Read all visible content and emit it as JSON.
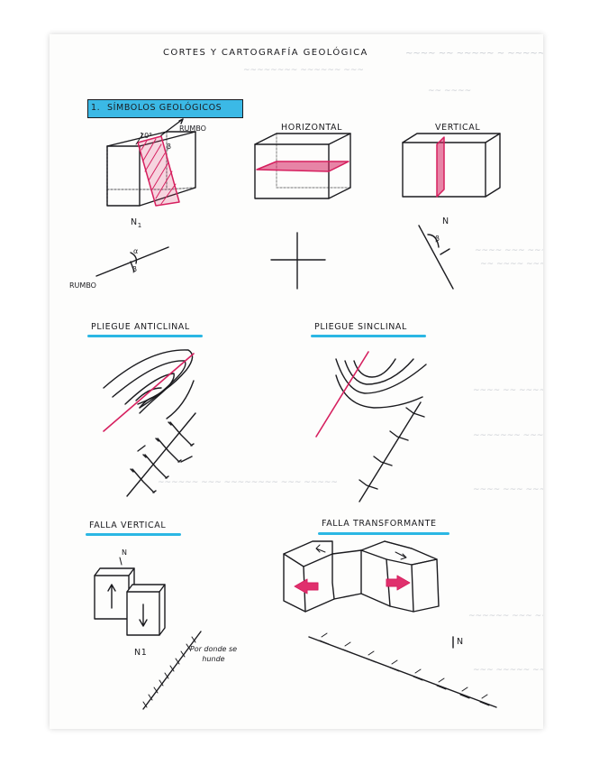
{
  "page_title": "CORTES Y CARTOGRAFÍA GEOLÓGICA",
  "section": {
    "number": "1.",
    "heading": "SÍMBOLOS GEOLÓGICOS"
  },
  "symbols": {
    "rumbo_label_block": "RUMBO",
    "rumbo_label_map": "RUMBO",
    "dip_angle": "10°",
    "beta": "β",
    "alpha": "α",
    "north_1": "N",
    "north_1_sub": "1",
    "horizontal": "HORIZONTAL",
    "vertical": "VERTICAL",
    "north_vertical": "N"
  },
  "folds": {
    "anticline": "PLIEGUE ANTICLINAL",
    "syncline": "PLIEGUE SINCLINAL"
  },
  "faults": {
    "vertical": "FALLA VERTICAL",
    "transform": "FALLA TRANSFORMANTE",
    "north_block": "N",
    "north_map": "N1",
    "sinks_label": "Por donde se hunde",
    "north_transform": "N"
  },
  "colors": {
    "ink": "#1b1b1f",
    "magenta": "#d6205f",
    "highlight": "#2bb7e4",
    "ghost": "#c9ccd2"
  }
}
